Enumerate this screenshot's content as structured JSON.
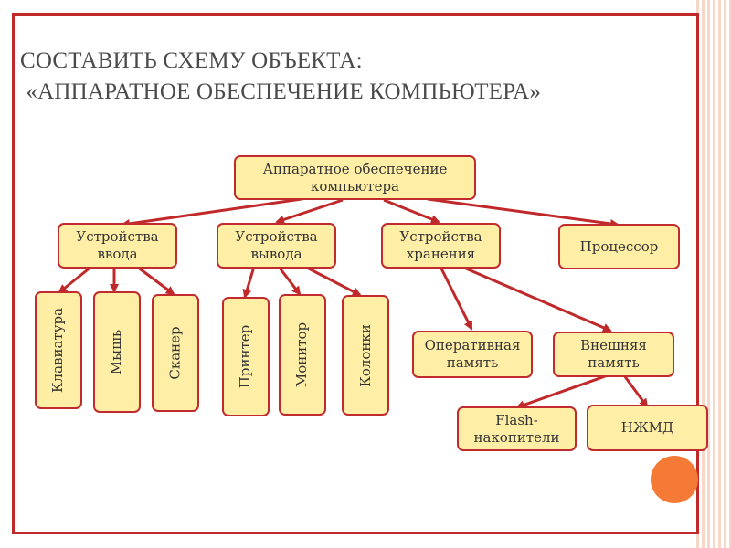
{
  "slide": {
    "title_line1": "СОСТАВИТЬ СХЕМУ ОБЪЕКТА:",
    "title_line2": " «АППАРАТНОЕ ОБЕСПЕЧЕНИЕ КОМПЬЮТЕРА»"
  },
  "diagram": {
    "root": "Аппаратное обеспечение\nкомпьютера",
    "input_devices": "Устройства\nввода",
    "output_devices": "Устройства\nвывода",
    "storage_devices": "Устройства\nхранения",
    "processor": "Процессор",
    "keyboard": "Клавиатура",
    "mouse": "Мышь",
    "scanner": "Сканер",
    "printer": "Принтер",
    "monitor": "Монитор",
    "speakers": "Колонки",
    "ram": "Оперативная\nпамять",
    "external_memory": "Внешняя\nпамять",
    "flash": "Flash-\nнакопители",
    "hdd": "НЖМД"
  },
  "colors": {
    "frame": "#c0282a",
    "node_fill": "#ffefa6",
    "node_border": "#c22b2e",
    "arrow": "#c0282a",
    "accent_circle": "#f57a36",
    "title": "#4a4a4a"
  }
}
